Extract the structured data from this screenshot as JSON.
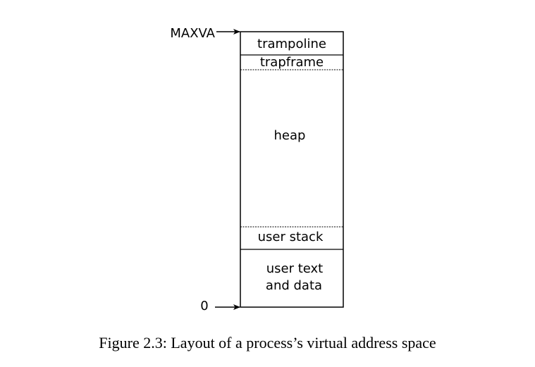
{
  "diagram": {
    "segments": [
      {
        "id": "trampoline",
        "lines": [
          "trampoline"
        ]
      },
      {
        "id": "trapframe",
        "lines": [
          "trapframe"
        ]
      },
      {
        "id": "heap",
        "lines": [
          "heap"
        ]
      },
      {
        "id": "user-stack",
        "lines": [
          "user stack"
        ]
      },
      {
        "id": "user-text-data",
        "lines": [
          "user text",
          "and data"
        ]
      }
    ],
    "markers": {
      "top": "MAXVA",
      "bottom": "0"
    },
    "colors": {
      "line": "#000000",
      "background": "#ffffff"
    }
  },
  "caption": {
    "label": "Figure 2.3:",
    "text": "Layout of a process’s virtual address space"
  }
}
